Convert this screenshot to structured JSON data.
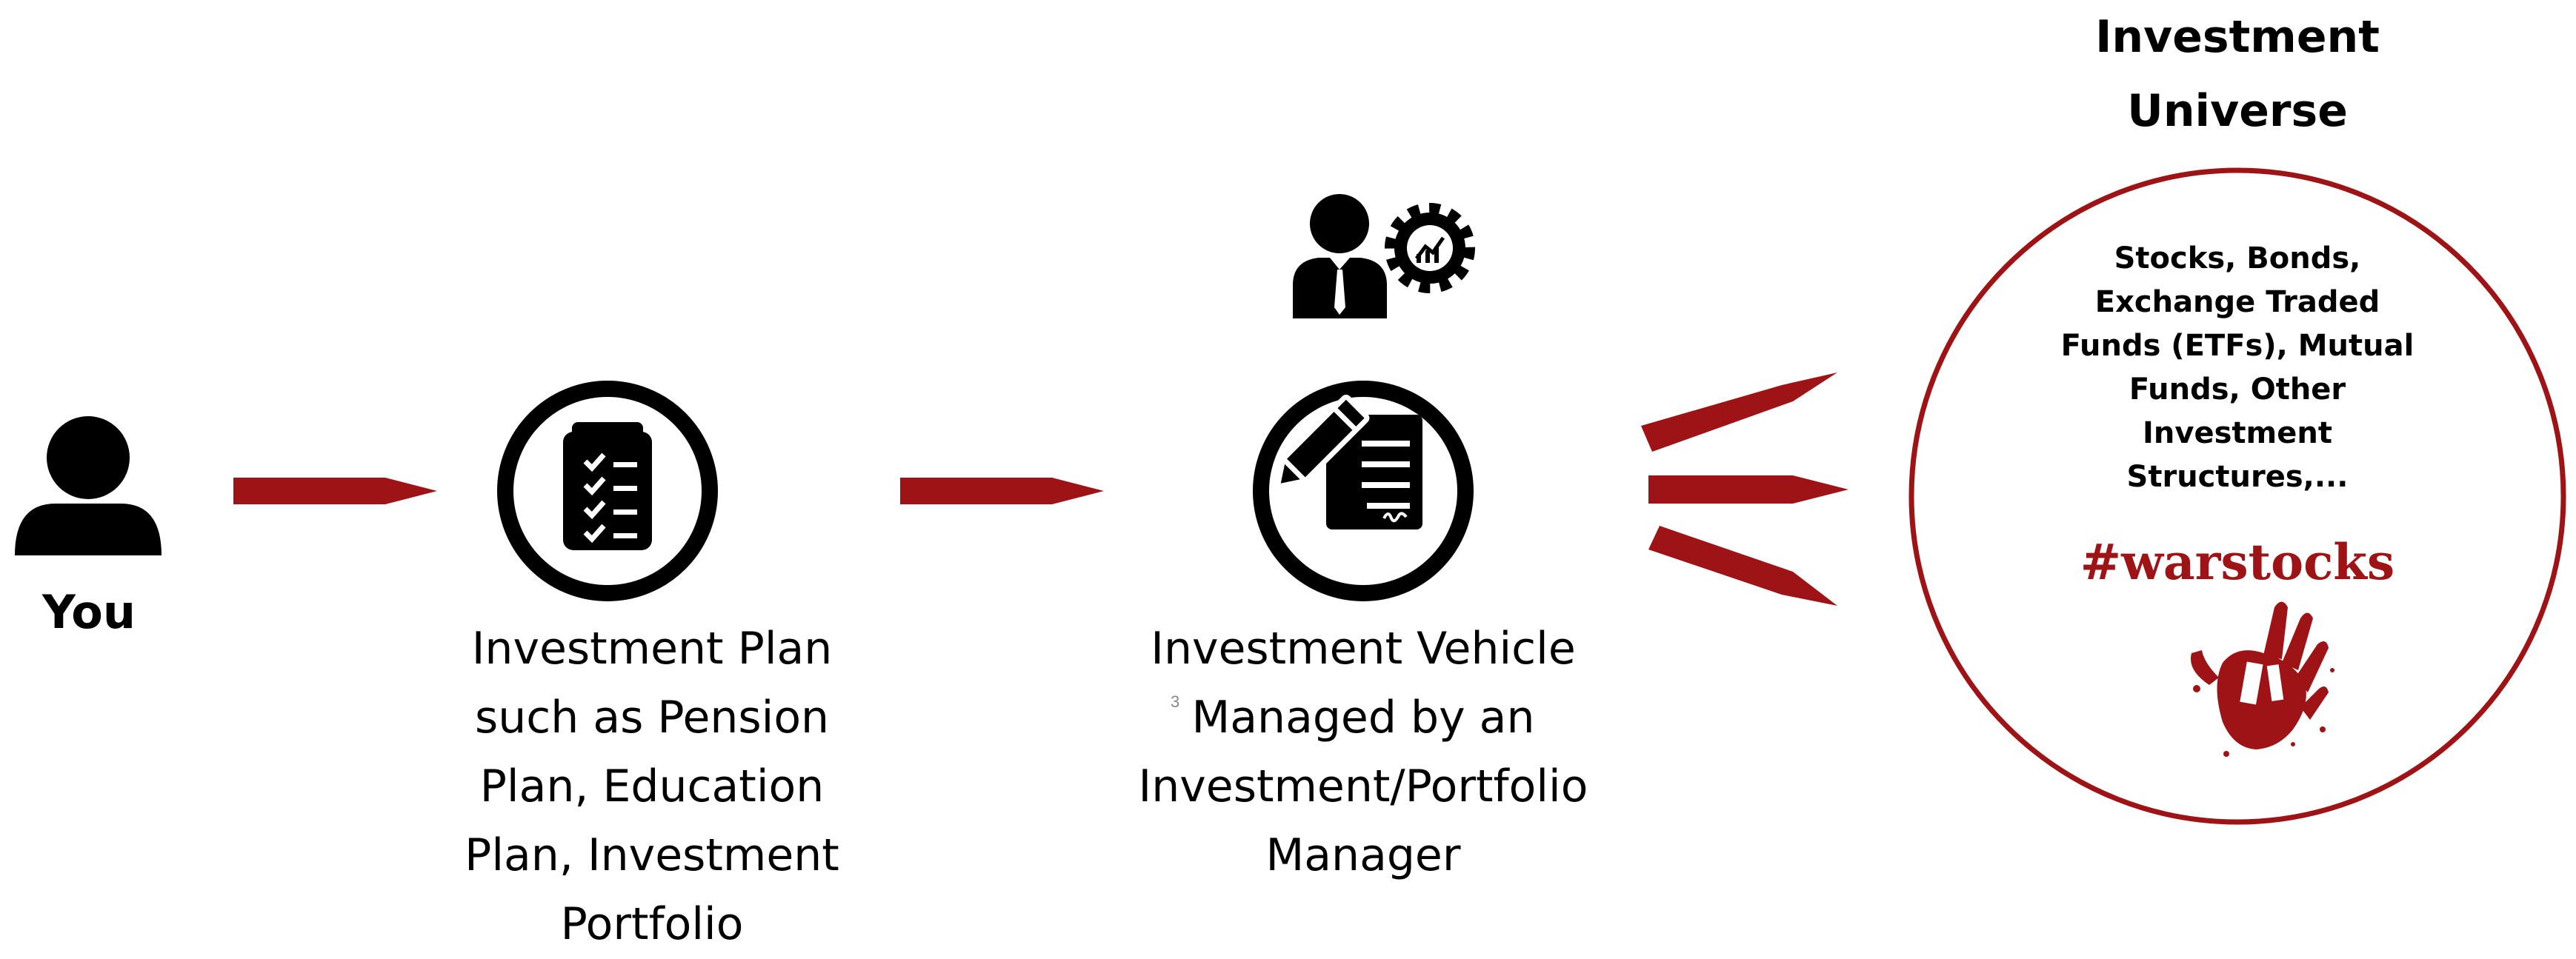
{
  "you": {
    "label": "You"
  },
  "investment_plan": {
    "label": "Investment Plan\nsuch as Pension\nPlan, Education\nPlan, Investment\nPortfolio"
  },
  "investment_vehicle": {
    "label": "Investment Vehicle\nManaged by an\nInvestment/Portfolio\nManager",
    "footnote": "3"
  },
  "investment_universe": {
    "title": "Investment\nUniverse",
    "contents": "Stocks, Bonds,\nExchange Traded\nFunds (ETFs), Mutual\nFunds, Other\nInvestment\nStructures,...",
    "hashtag": "#warstocks"
  },
  "icons": [
    "person-icon",
    "clipboard-checklist-icon",
    "contract-signing-icon",
    "manager-gear-chart-icon",
    "bloody-handprint-icon"
  ],
  "colors": {
    "arrow": "#9e1416",
    "circle_border": "#9e1416",
    "hashtag": "#9e1416",
    "icon": "#000000"
  }
}
